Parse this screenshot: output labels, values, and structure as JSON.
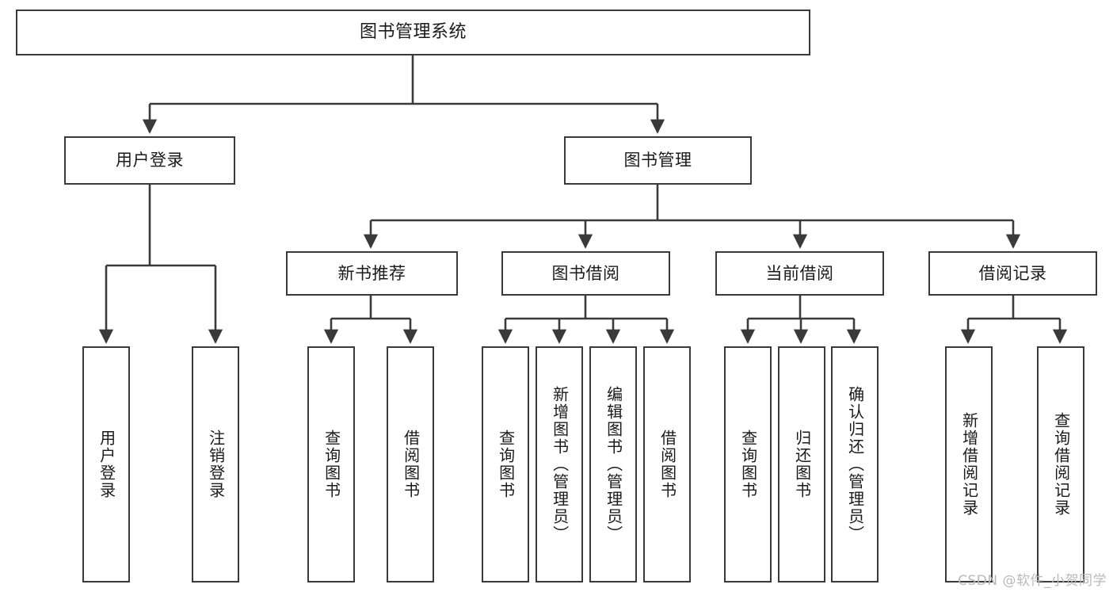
{
  "diagram": {
    "title": "图书管理系统",
    "type": "tree-hierarchy",
    "watermark": "CSDN @软件_小贺同学",
    "stroke_color": "#3a3a3a",
    "fill_color": "#ffffff",
    "text_color": "#1a1a1a"
  },
  "nodes": {
    "root": {
      "label": "图书管理系统"
    },
    "level2": [
      {
        "label": "用户登录"
      },
      {
        "label": "图书管理"
      }
    ],
    "level3": [
      {
        "label": "新书推荐"
      },
      {
        "label": "图书借阅"
      },
      {
        "label": "当前借阅"
      },
      {
        "label": "借阅记录"
      }
    ],
    "leaves_user_login": [
      {
        "label": "用户登录"
      },
      {
        "label": "注销登录"
      }
    ],
    "leaves_new_book": [
      {
        "label": "查询图书"
      },
      {
        "label": "借阅图书"
      }
    ],
    "leaves_borrow": [
      {
        "label": "查询图书"
      },
      {
        "label": "新增图书（管理员）"
      },
      {
        "label": "编辑图书（管理员）"
      },
      {
        "label": "借阅图书"
      }
    ],
    "leaves_current": [
      {
        "label": "查询图书"
      },
      {
        "label": "归还图书"
      },
      {
        "label": "确认归还（管理员）"
      }
    ],
    "leaves_records": [
      {
        "label": "新增借阅记录"
      },
      {
        "label": "查询借阅记录"
      }
    ]
  }
}
